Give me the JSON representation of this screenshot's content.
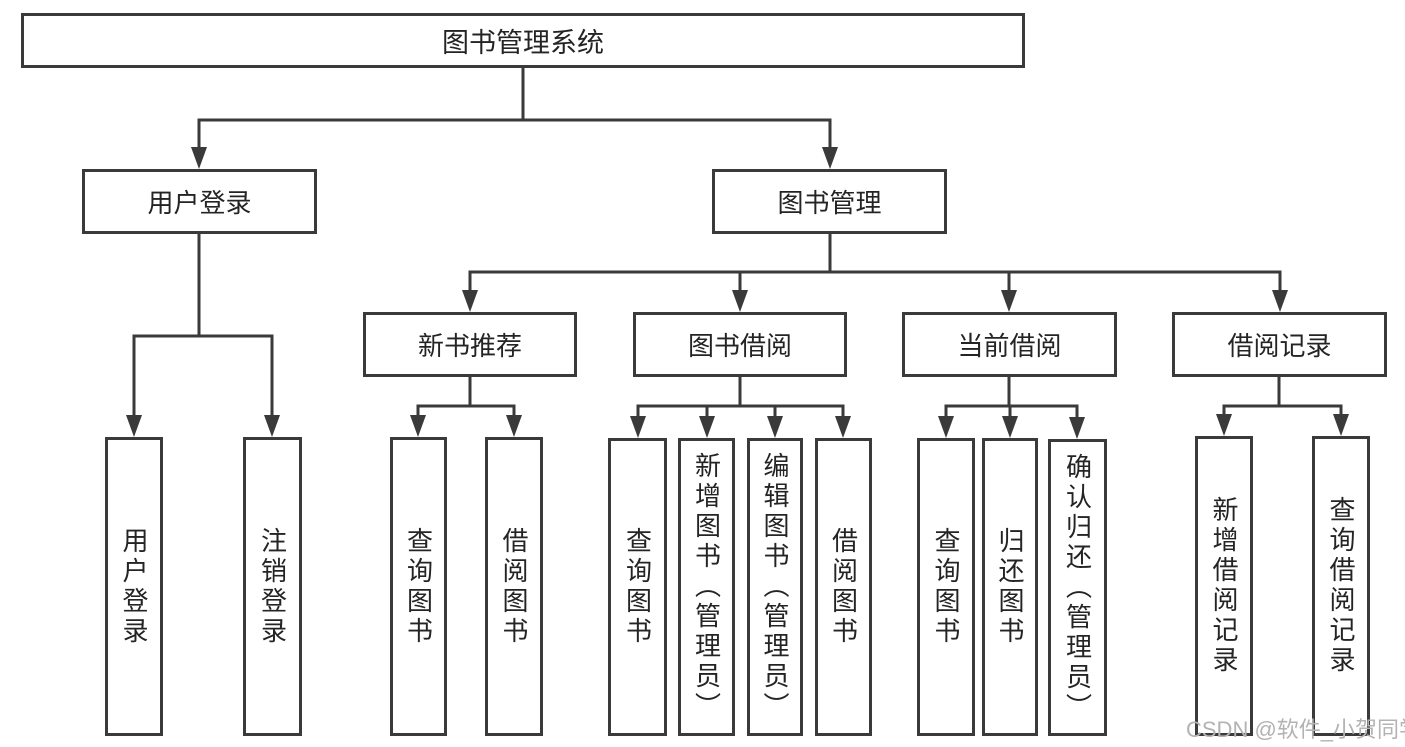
{
  "diagram": {
    "title": "图书管理系统",
    "root": {
      "label": "图书管理系统"
    },
    "branches": {
      "login": {
        "label": "用户登录",
        "children": [
          {
            "label": "用户登录"
          },
          {
            "label": "注销登录"
          }
        ]
      },
      "management": {
        "label": "图书管理",
        "sections": [
          {
            "label": "新书推荐",
            "children": [
              {
                "label": "查询图书"
              },
              {
                "label": "借阅图书"
              }
            ]
          },
          {
            "label": "图书借阅",
            "children": [
              {
                "label": "查询图书"
              },
              {
                "label": "新增图书（管理员）"
              },
              {
                "label": "编辑图书（管理员）"
              },
              {
                "label": "借阅图书"
              }
            ]
          },
          {
            "label": "当前借阅",
            "children": [
              {
                "label": "查询图书"
              },
              {
                "label": "归还图书"
              },
              {
                "label": "确认归还（管理员）"
              }
            ]
          },
          {
            "label": "借阅记录",
            "children": [
              {
                "label": "新增借阅记录"
              },
              {
                "label": "查询借阅记录"
              }
            ]
          }
        ]
      }
    }
  },
  "watermark": {
    "text": "CSDN @软件_小贺同学"
  },
  "colors": {
    "line": "#3a3a3a",
    "text": "#242424",
    "watermark": "#b3b3b3",
    "background": "#ffffff"
  }
}
